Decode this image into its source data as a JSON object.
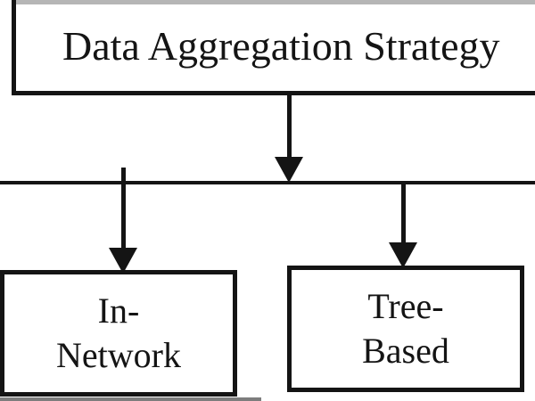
{
  "diagram": {
    "title_node": {
      "label": "Data Aggregation Strategy"
    },
    "child_nodes": [
      {
        "name": "in-network",
        "lines": [
          "In-",
          "Network"
        ]
      },
      {
        "name": "tree-based",
        "lines": [
          "Tree-",
          "Based"
        ]
      }
    ],
    "colors": {
      "line": "#141414",
      "background": "#ffffff",
      "top_strip": "#b6b6b6",
      "shadow": "#7d7d7d"
    }
  }
}
